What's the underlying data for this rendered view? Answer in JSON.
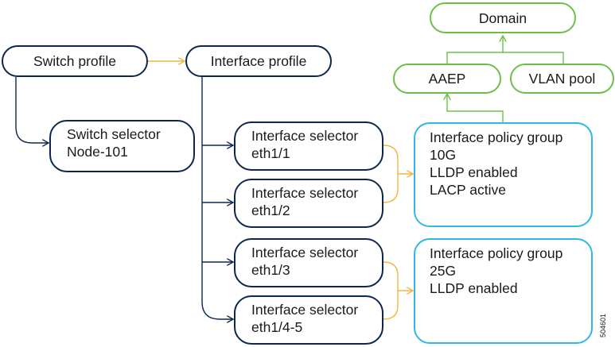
{
  "colors": {
    "dark_connector": "#0d274d",
    "orange_connector": "#f2b640",
    "green_connector": "#6cc04a",
    "policy_border": "#2fb7e6"
  },
  "domain": {
    "label": "Domain"
  },
  "aaep": {
    "label": "AAEP"
  },
  "vlan_pool": {
    "label": "VLAN pool"
  },
  "switch_profile": {
    "label": "Switch profile"
  },
  "interface_profile": {
    "label": "Interface profile"
  },
  "switch_selector": {
    "lines": [
      "Switch selector",
      "Node-101"
    ]
  },
  "interface_selectors": [
    {
      "lines": [
        "Interface selector",
        "eth1/1"
      ]
    },
    {
      "lines": [
        "Interface selector",
        "eth1/2"
      ]
    },
    {
      "lines": [
        "Interface selector",
        "eth1/3"
      ]
    },
    {
      "lines": [
        "Interface selector",
        "eth1/4-5"
      ]
    }
  ],
  "policy_groups": [
    {
      "lines": [
        "Interface policy group",
        "10G",
        "LLDP enabled",
        "LACP active"
      ]
    },
    {
      "lines": [
        "Interface policy group",
        "25G",
        "LLDP enabled"
      ]
    }
  ],
  "figure_id": "504601"
}
